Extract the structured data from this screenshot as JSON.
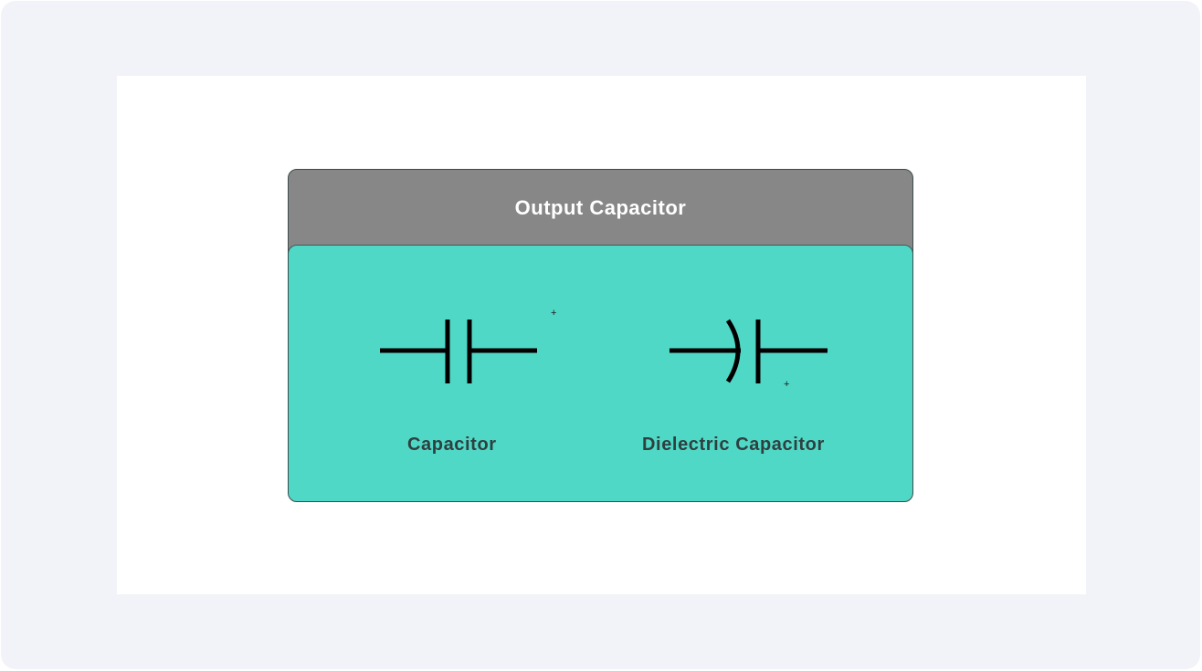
{
  "diagram": {
    "group": {
      "title": "Output Capacitor",
      "header_color": "#878787",
      "body_color": "#50d8c6"
    },
    "components": [
      {
        "id": "capacitor",
        "label": "Capacitor",
        "symbol": "capacitor-icon",
        "polarity_mark": "+"
      },
      {
        "id": "dielectric-capacitor",
        "label": "Dielectric Capacitor",
        "symbol": "dielectric-capacitor-icon",
        "polarity_mark": "+"
      }
    ]
  }
}
